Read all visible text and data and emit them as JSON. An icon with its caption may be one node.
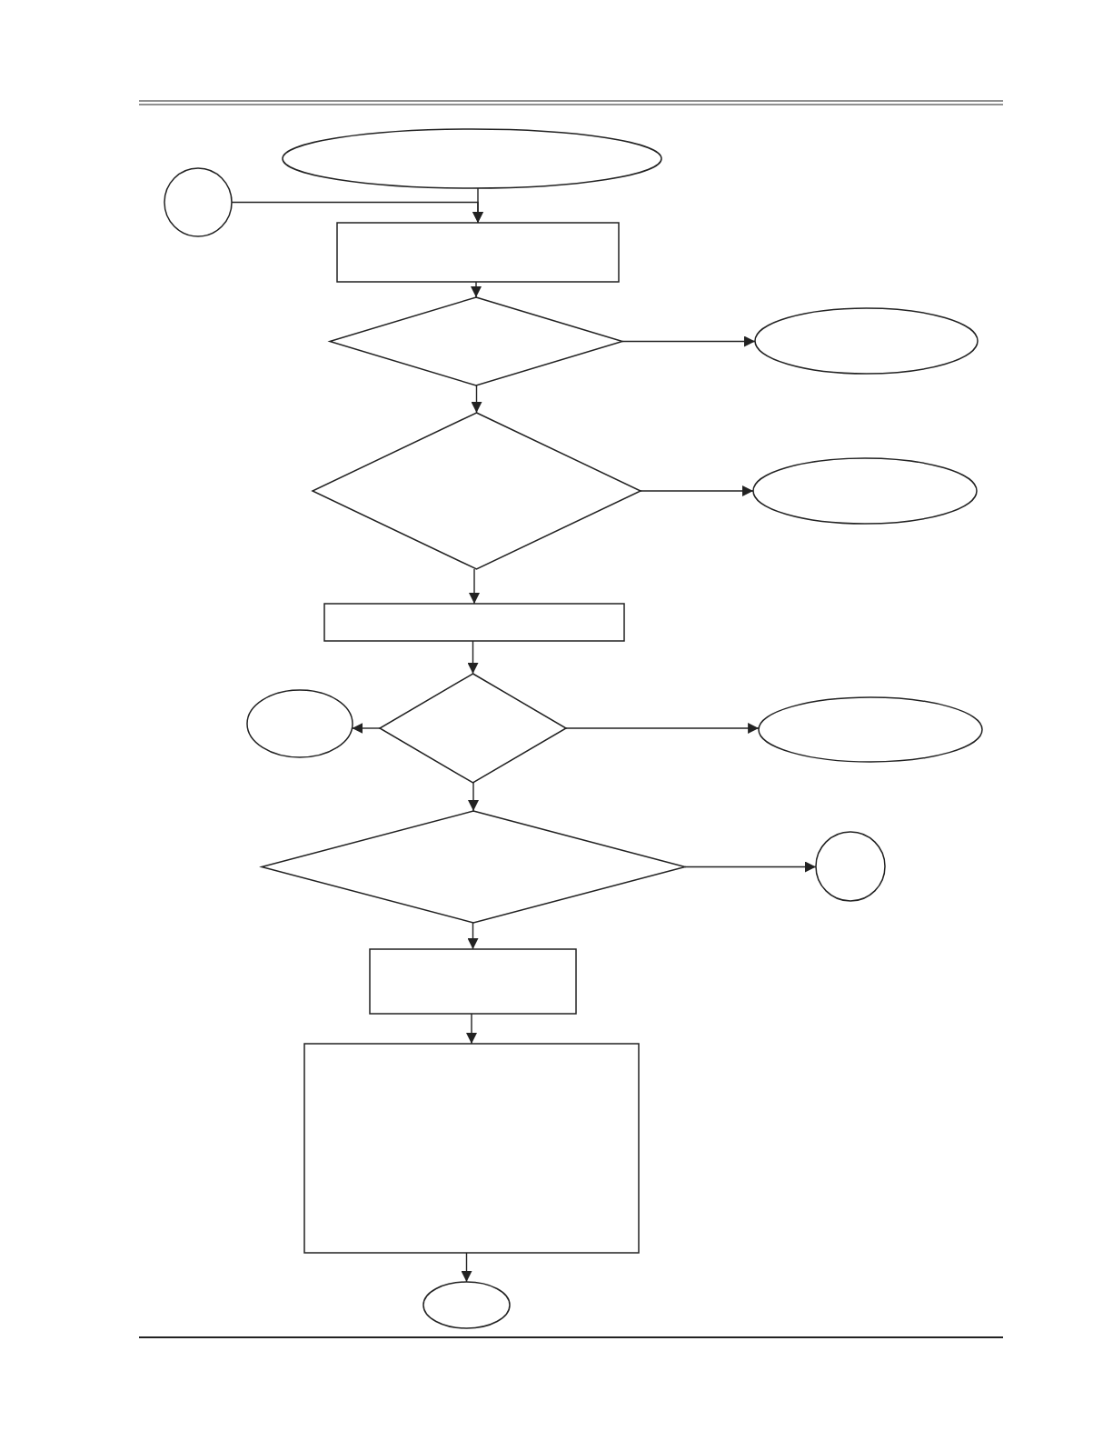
{
  "diagram": {
    "nodes": [
      {
        "text": [],
        "shape": "ellipse"
      },
      {
        "text": [],
        "shape": "circle"
      },
      {
        "text": [],
        "shape": "box"
      },
      {
        "text": [],
        "shape": "diamond"
      },
      {
        "text": [],
        "shape": "ellipse"
      },
      {
        "text": [],
        "shape": "diamond"
      },
      {
        "text": [],
        "shape": "ellipse"
      },
      {
        "text": [],
        "shape": "box"
      },
      {
        "text": [],
        "shape": "diamond"
      },
      {
        "text": [],
        "shape": "ellipse"
      },
      {
        "text": [],
        "shape": "ellipse"
      },
      {
        "text": [],
        "shape": "diamond"
      },
      {
        "text": [],
        "shape": "circle"
      },
      {
        "text": [],
        "shape": "box"
      },
      {
        "text": [],
        "shape": "box"
      },
      {
        "text": [],
        "shape": "ellipse"
      }
    ],
    "edges": [
      {
        "from": 0,
        "to": 2,
        "arrow": "to"
      },
      {
        "from": 1,
        "to": 2,
        "arrow": "to"
      },
      {
        "from": 2,
        "to": 3,
        "arrow": "to"
      },
      {
        "from": 3,
        "to": 4,
        "arrow": "to"
      },
      {
        "from": 3,
        "to": 5,
        "arrow": "to"
      },
      {
        "from": 5,
        "to": 6,
        "arrow": "to"
      },
      {
        "from": 5,
        "to": 7,
        "arrow": "to"
      },
      {
        "from": 7,
        "to": 8,
        "arrow": "to"
      },
      {
        "from": 8,
        "to": 9,
        "arrow": "to"
      },
      {
        "from": 8,
        "to": 10,
        "arrow": "to"
      },
      {
        "from": 8,
        "to": 11,
        "arrow": "to"
      },
      {
        "from": 11,
        "to": 12,
        "arrow": "to"
      },
      {
        "from": 11,
        "to": 13,
        "arrow": "to"
      },
      {
        "from": 13,
        "to": 14,
        "arrow": "to"
      },
      {
        "from": 14,
        "to": 15,
        "arrow": "to"
      }
    ]
  }
}
